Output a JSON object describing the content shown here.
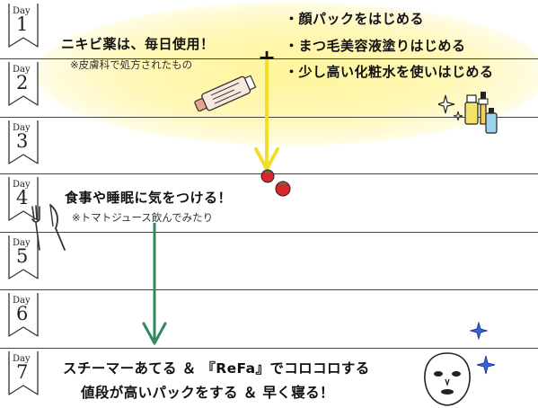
{
  "days": [
    {
      "label": "Day",
      "num": "1"
    },
    {
      "label": "Day",
      "num": "2"
    },
    {
      "label": "Day",
      "num": "3"
    },
    {
      "label": "Day",
      "num": "4"
    },
    {
      "label": "Day",
      "num": "5"
    },
    {
      "label": "Day",
      "num": "6"
    },
    {
      "label": "Day",
      "num": "7"
    }
  ],
  "acne": {
    "title": "ニキビ薬は、毎日使用！",
    "note": "※皮膚科で処方されたもの"
  },
  "plus_sign": "+",
  "skincare_list": [
    "・顔パックをはじめる",
    "・まつ毛美容液塗りはじめる",
    "・少し高い化粧水を使いはじめる"
  ],
  "diet": {
    "title": "食事や睡眠に気をつける！",
    "note": "※トマトジュース飲んでみたり"
  },
  "final": {
    "line1": "スチーマーあてる ＆ 『ReFa』でコロコロする",
    "line2": "値段が高いパックをする ＆ 早く寝る！"
  },
  "colors": {
    "highlight": "#fff59a",
    "yellow_arrow": "#f2dd2a",
    "green_arrow": "#2f8a5a",
    "tomato": "#d8262a",
    "sparkle_blue": "#3b62d6",
    "line": "#444444"
  }
}
